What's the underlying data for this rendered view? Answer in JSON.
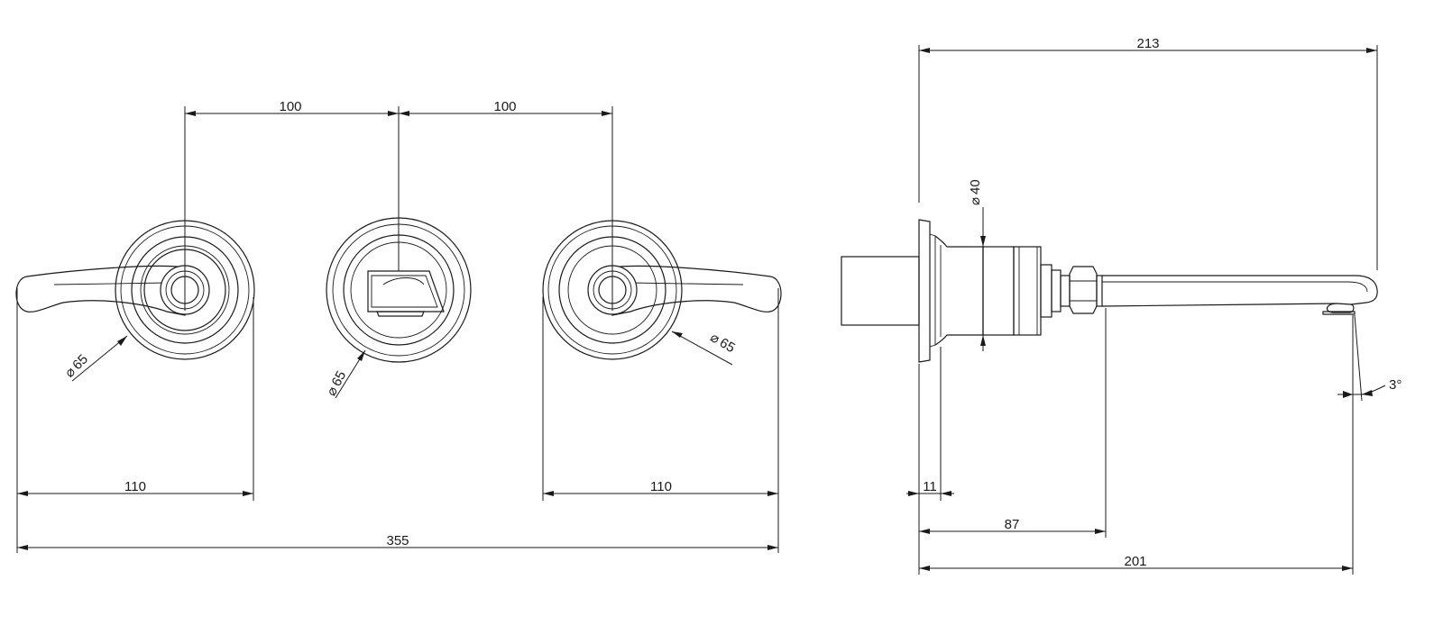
{
  "drawing": {
    "front_view": {
      "spacing_left": "100",
      "spacing_right": "100",
      "left_half_width": "110",
      "right_half_width": "110",
      "overall_width": "355",
      "dia_left": "65",
      "dia_center": "65",
      "dia_right": "65"
    },
    "side_view": {
      "overall_depth": "213",
      "body_dia": "40",
      "flange_thickness": "11",
      "outlet_offset": "87",
      "spout_reach": "201",
      "spout_angle": "3°"
    },
    "diameter_symbol": "⌀"
  }
}
